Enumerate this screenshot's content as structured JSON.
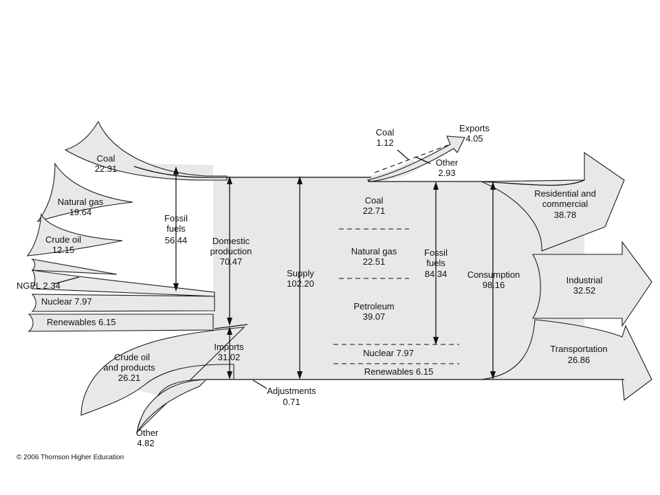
{
  "sources": {
    "coal": {
      "name": "Coal",
      "value": "22.31"
    },
    "natural_gas": {
      "name": "Natural gas",
      "value": "19.64"
    },
    "crude_oil": {
      "name": "Crude oil",
      "value": "12.15"
    },
    "ngpl": "NGPL 2.34",
    "nuclear": "Nuclear 7.97",
    "renewables": "Renewables 6.15",
    "crude_oil_products": {
      "line1": "Crude oil",
      "line2": "and products",
      "value": "26.21"
    },
    "other_imports": {
      "name": "Other",
      "value": "4.82"
    }
  },
  "totals": {
    "fossil_fuels_left": {
      "line1": "Fossil",
      "line2": "fuels",
      "value": "56.44"
    },
    "domestic_production": {
      "line1": "Domestic",
      "line2": "production",
      "value": "70.47"
    },
    "imports": {
      "name": "Imports",
      "value": "31.02"
    },
    "supply": {
      "name": "Supply",
      "value": "102.20"
    },
    "adjustments": {
      "name": "Adjustments",
      "value": "0.71"
    },
    "fossil_fuels_right": {
      "line1": "Fossil",
      "line2": "fuels",
      "value": "84.34"
    },
    "consumption": {
      "name": "Consumption",
      "value": "98.16"
    }
  },
  "exports": {
    "exports": {
      "name": "Exports",
      "value": "4.05"
    },
    "coal": {
      "name": "Coal",
      "value": "1.12"
    },
    "other": {
      "name": "Other",
      "value": "2.93"
    }
  },
  "consumption_mix": {
    "coal": {
      "name": "Coal",
      "value": "22.71"
    },
    "natural_gas": {
      "name": "Natural gas",
      "value": "22.51"
    },
    "petroleum": {
      "name": "Petroleum",
      "value": "39.07"
    },
    "nuclear": "Nuclear 7.97",
    "renewables": "Renewables 6.15"
  },
  "sectors": {
    "residential": {
      "line1": "Residential and",
      "line2": "commercial",
      "value": "38.78"
    },
    "industrial": {
      "name": "Industrial",
      "value": "32.52"
    },
    "transportation": {
      "name": "Transportation",
      "value": "26.86"
    }
  },
  "copyright": "© 2006 Thomson Higher Education"
}
